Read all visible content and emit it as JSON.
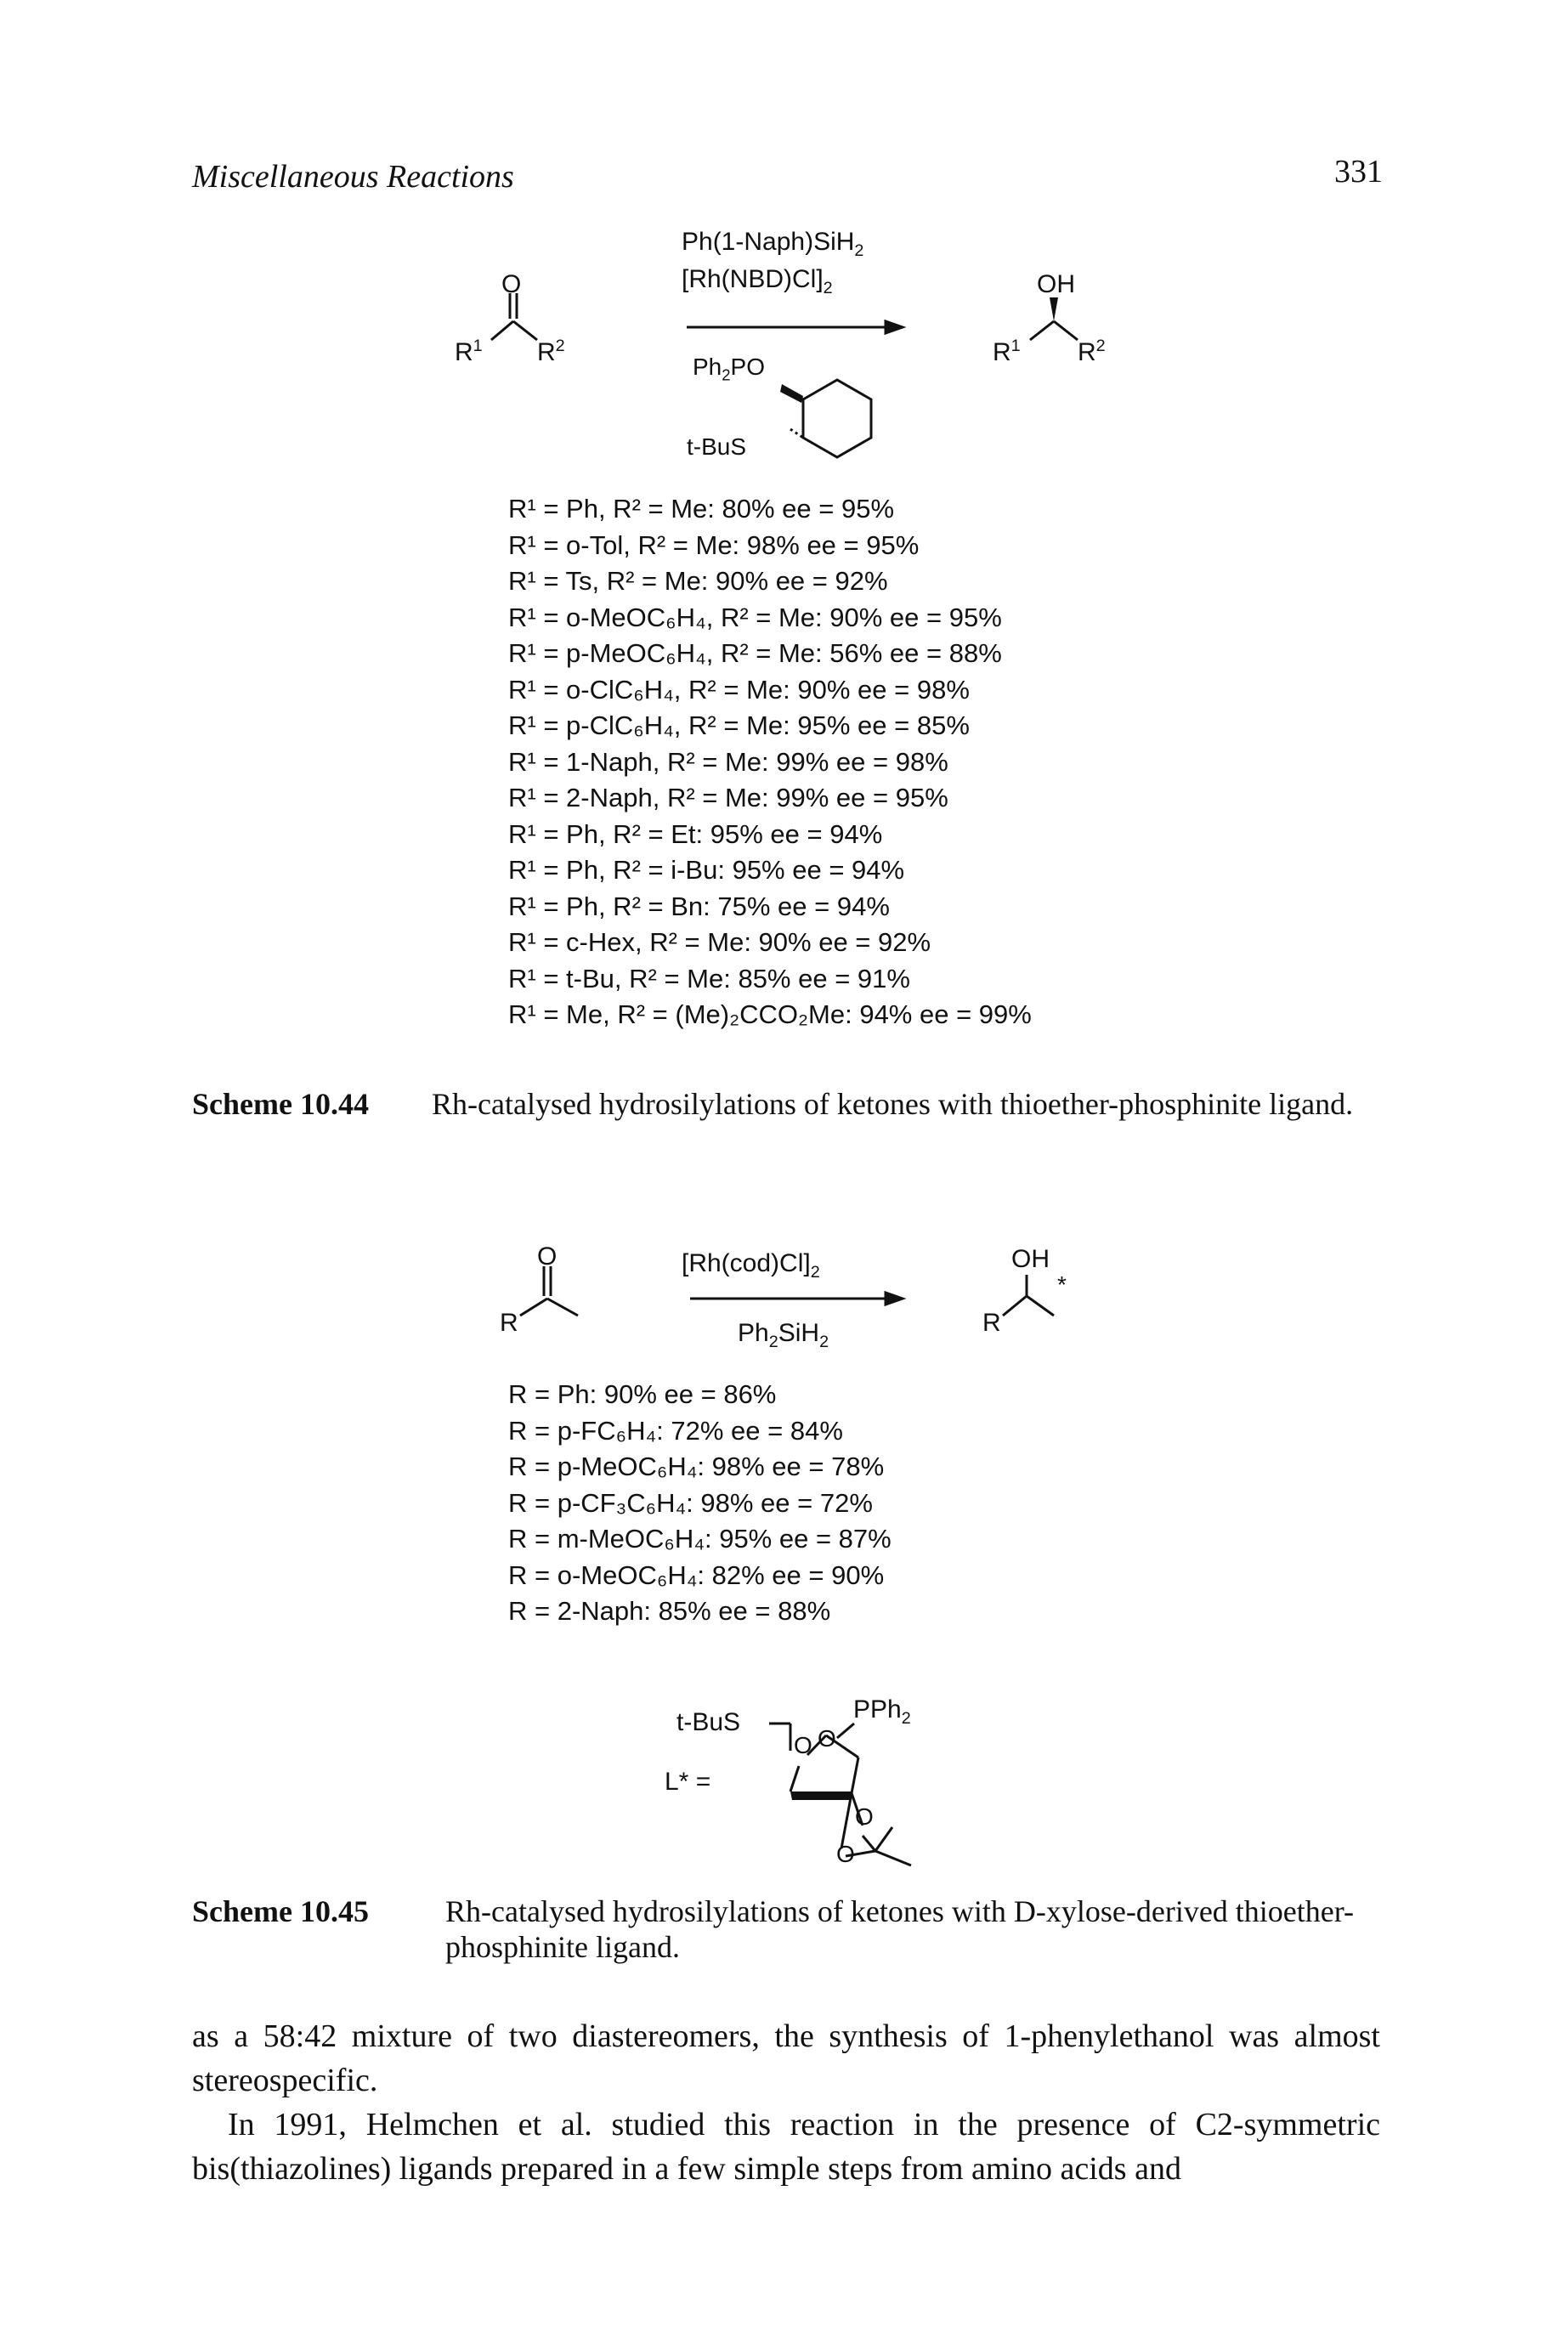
{
  "header": {
    "running_head": "Miscellaneous Reactions",
    "page_number": "331"
  },
  "scheme1": {
    "reagent_line1": "Ph(1-Naph)SiH",
    "reagent_line2": "[Rh(NBD)Cl]",
    "ligand_ph2po": "Ph",
    "ligand_tbus": "t-BuS",
    "sm_o": "O",
    "sm_r1": "R",
    "sm_r2": "R",
    "pr_oh": "OH",
    "pr_r1": "R",
    "pr_r2": "R",
    "results": [
      "R¹ = Ph, R² = Me: 80% ee = 95%",
      "R¹ = o-Tol, R² = Me: 98% ee = 95%",
      "R¹ = Ts, R² = Me: 90% ee = 92%",
      "R¹ = o-MeOC₆H₄, R² = Me: 90% ee = 95%",
      "R¹ = p-MeOC₆H₄, R² = Me: 56% ee = 88%",
      "R¹ = o-ClC₆H₄, R² = Me: 90% ee = 98%",
      "R¹ = p-ClC₆H₄, R² = Me: 95% ee = 85%",
      "R¹ = 1-Naph, R² = Me: 99% ee = 98%",
      "R¹ = 2-Naph, R² = Me: 99% ee = 95%",
      "R¹ = Ph, R² = Et: 95% ee = 94%",
      "R¹ = Ph, R² = i-Bu: 95% ee = 94%",
      "R¹ = Ph, R² = Bn: 75% ee = 94%",
      "R¹ = c-Hex, R² = Me: 90% ee = 92%",
      "R¹ = t-Bu, R² = Me: 85% ee = 91%",
      "R¹ = Me, R² = (Me)₂CCO₂Me: 94% ee = 99%"
    ],
    "caption_label": "Scheme 10.44",
    "caption_text": "Rh-catalysed hydrosilylations of ketones with thioether-phosphinite ligand."
  },
  "scheme2": {
    "reagent_top": "[Rh(cod)Cl]",
    "reagent_bottom": "Ph",
    "sm_o": "O",
    "sm_r": "R",
    "pr_oh": "OH",
    "pr_r": "R",
    "star": "*",
    "results": [
      "R = Ph: 90% ee = 86%",
      "R = p-FC₆H₄: 72% ee = 84%",
      "R = p-MeOC₆H₄: 98% ee = 78%",
      "R = p-CF₃C₆H₄: 98% ee = 72%",
      "R = m-MeOC₆H₄: 95% ee = 87%",
      "R = o-MeOC₆H₄: 82% ee = 90%",
      "R = 2-Naph: 85% ee = 88%"
    ],
    "ligand_label": "L* =",
    "ligand_tbus": "t-BuS",
    "ligand_pph2": "PPh",
    "ligand_o": "O",
    "caption_label": "Scheme 10.45",
    "caption_text": "Rh-catalysed hydrosilylations of ketones with D-xylose-derived thioether-phosphinite ligand."
  },
  "body": {
    "para1": "as a 58:42 mixture of two diastereomers, the synthesis of 1-phenylethanol was almost stereospecific.",
    "para2": "In 1991, Helmchen et al. studied this reaction in the presence of C2-symmetric bis(thiazolines) ligands prepared in a few simple steps from amino acids and"
  }
}
